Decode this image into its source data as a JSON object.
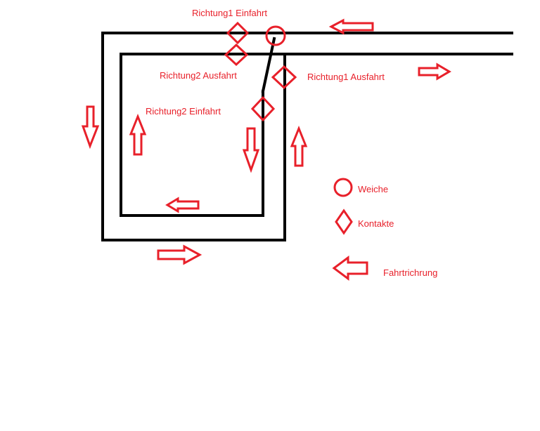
{
  "colors": {
    "track": "#000000",
    "accent": "#e8202a",
    "background": "#ffffff"
  },
  "labels": {
    "richtung1_einfahrt": "Richtung1 Einfahrt",
    "richtung2_ausfahrt": "Richtung2 Ausfahrt",
    "richtung1_ausfahrt": "Richtung1 Ausfahrt",
    "richtung2_einfahrt": "Richtung2 Einfahrt"
  },
  "legend": {
    "weiche": "Weiche",
    "kontakte": "Kontakte",
    "fahrtrichtung": "Fahrtrichrung"
  },
  "icons": {
    "switch": "weiche-circle-icon",
    "contact": "kontakt-diamond-icon",
    "direction": "fahrtrichtung-arrow-icon"
  }
}
